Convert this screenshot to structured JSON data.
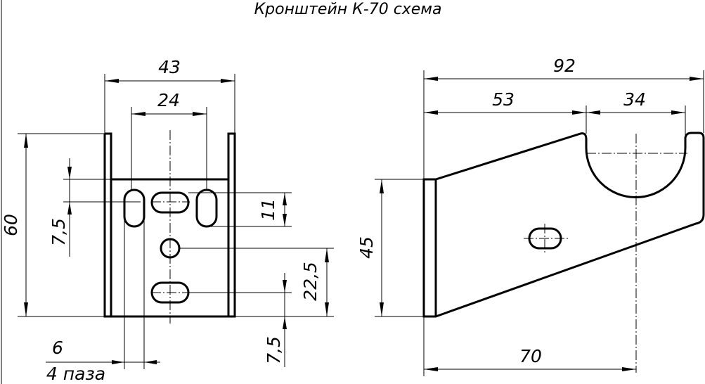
{
  "title": "Кронштейн К-70 схема",
  "front_view": {
    "dim_width_outer": "43",
    "dim_slot_spacing": "24",
    "dim_height": "60",
    "dim_slot_length_left": "7,5",
    "dim_slot_width": "11",
    "dim_hole_offset": "22,5",
    "dim_bottom_offset": "7,5",
    "dim_slot_size": "6",
    "note_slots": "4 паза"
  },
  "side_view": {
    "dim_total_length": "92",
    "dim_to_hook": "53",
    "dim_hook_width": "34",
    "dim_base_height": "45",
    "dim_base_length": "70"
  }
}
